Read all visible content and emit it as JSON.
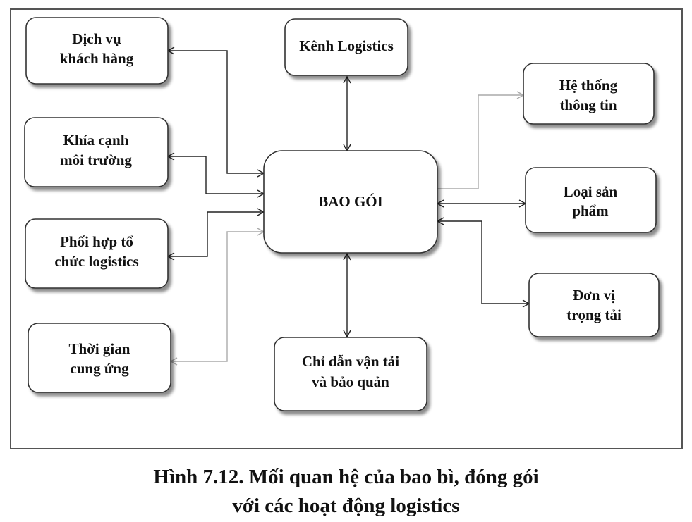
{
  "diagram": {
    "center": "BAO GÓI",
    "nodes": {
      "dich_vu": [
        "Dịch vụ",
        "khách hàng"
      ],
      "khia_canh": [
        "Khía cạnh",
        "môi trường"
      ],
      "phoi_hop": [
        "Phối hợp tổ",
        "chức logistics"
      ],
      "thoi_gian": [
        "Thời gian",
        "cung ứng"
      ],
      "kenh": [
        "Kênh Logistics"
      ],
      "chi_dan": [
        "Chỉ  dẫn vận tải",
        "và bảo quản"
      ],
      "he_thong": [
        "Hệ thống",
        "thông tin"
      ],
      "loai_sp": [
        "Loại sản",
        "phẩm"
      ],
      "don_vi": [
        "Đơn vị",
        "trọng tải"
      ]
    }
  },
  "caption": {
    "line1": "Hình 7.12. Mối quan hệ của bao bì, đóng gói",
    "line2": "với các hoạt động logistics"
  }
}
